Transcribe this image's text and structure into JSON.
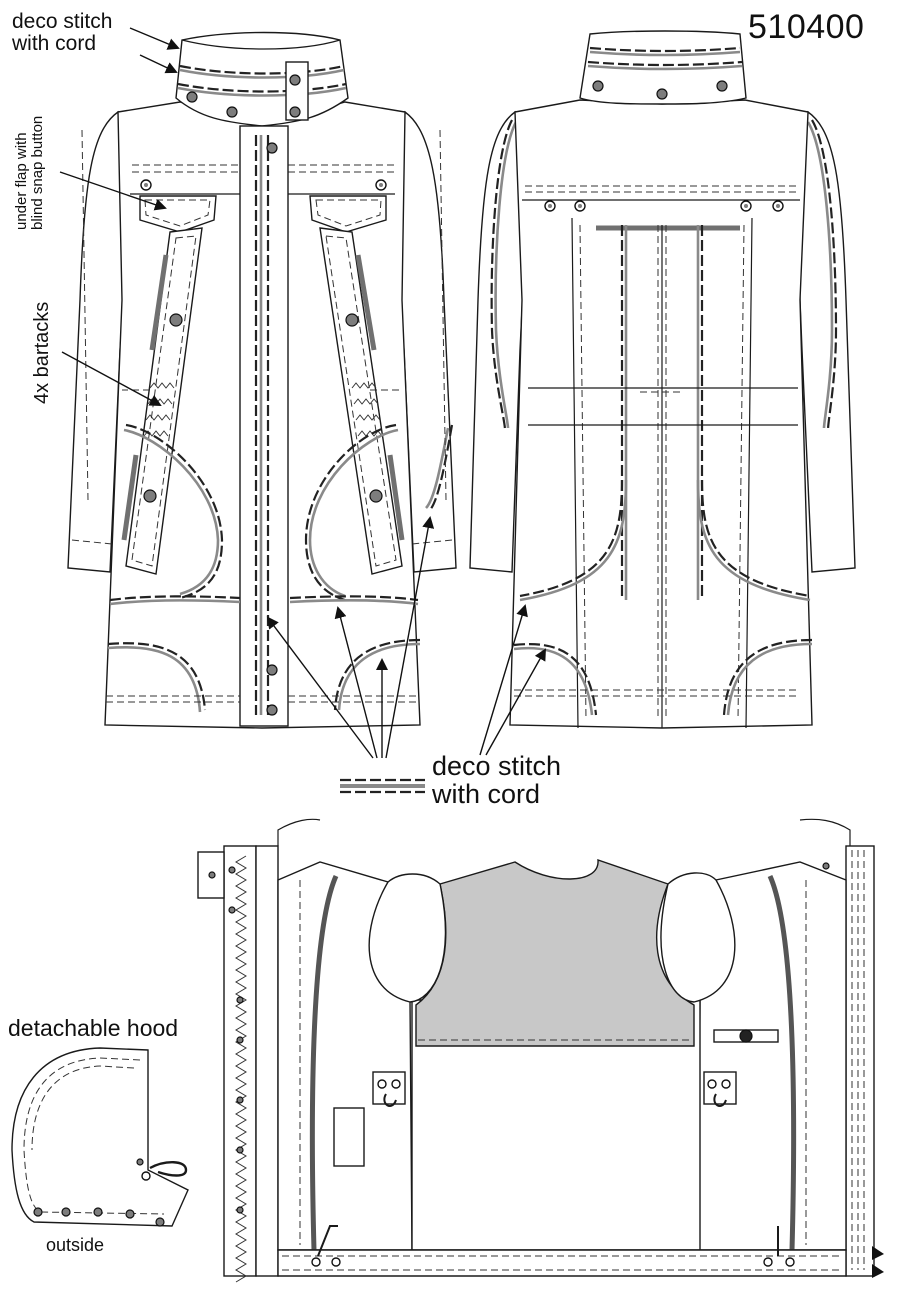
{
  "style_code": "510400",
  "labels": {
    "collar_deco_line1": "deco stitch",
    "collar_deco_line2": "with cord",
    "under_flap_line1": "under flap with",
    "under_flap_line2": "blind snap button",
    "bartacks": "4x bartacks",
    "deco_main_line1": "deco stitch",
    "deco_main_line2": "with cord",
    "hood_title": "detachable hood",
    "hood_outside": "outside"
  },
  "colors": {
    "outline": "#1a1a1a",
    "cord": "#8a8a8a",
    "snap_fill": "#7d7d7d",
    "lining_gray": "#c8c8c8",
    "background": "#ffffff"
  }
}
